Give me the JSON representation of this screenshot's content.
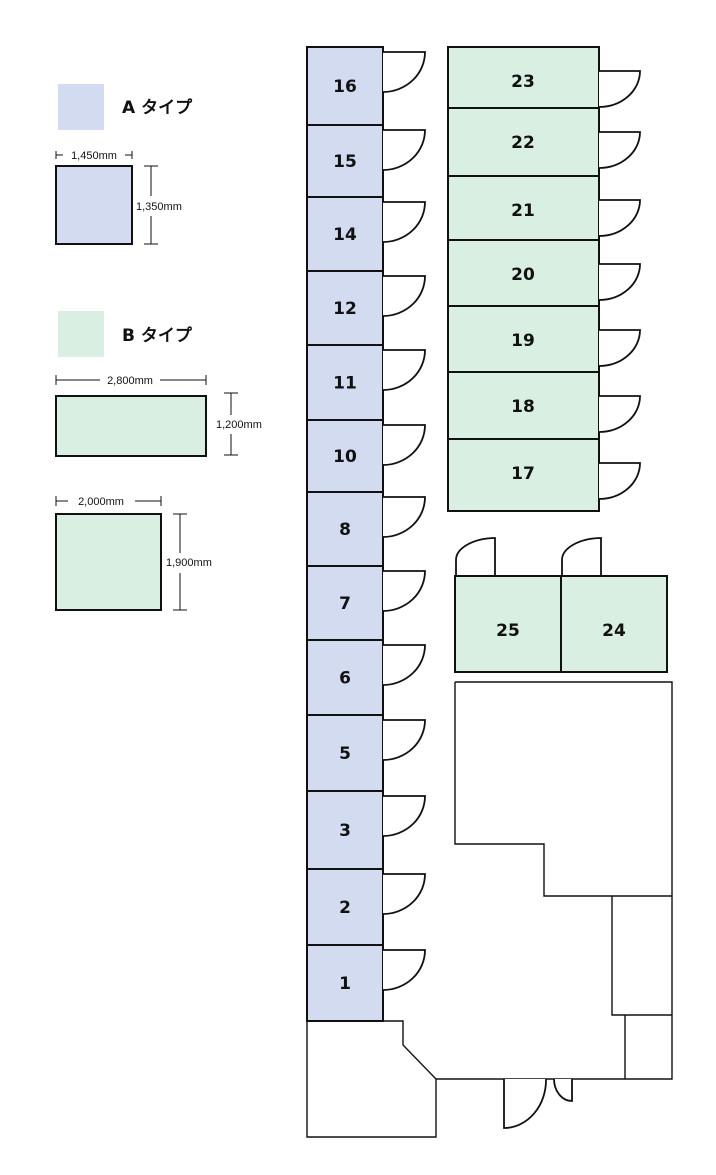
{
  "colors": {
    "type_a": "#d3dbf0",
    "type_b": "#d8efe2",
    "outline": "#111111"
  },
  "legend": {
    "type_a": {
      "title": "A タイプ",
      "width_label": "1,450mm",
      "height_label": "1,350mm"
    },
    "type_b": {
      "title": "B タイプ",
      "size1": {
        "width_label": "2,800mm",
        "height_label": "1,200mm"
      },
      "size2": {
        "width_label": "2,000mm",
        "height_label": "1,900mm"
      }
    }
  },
  "units": {
    "a_column": [
      "16",
      "15",
      "14",
      "12",
      "11",
      "10",
      "8",
      "7",
      "6",
      "5",
      "3",
      "2",
      "1"
    ],
    "b_column": [
      "23",
      "22",
      "21",
      "20",
      "19",
      "18",
      "17"
    ],
    "b_pair": [
      "25",
      "24"
    ]
  }
}
